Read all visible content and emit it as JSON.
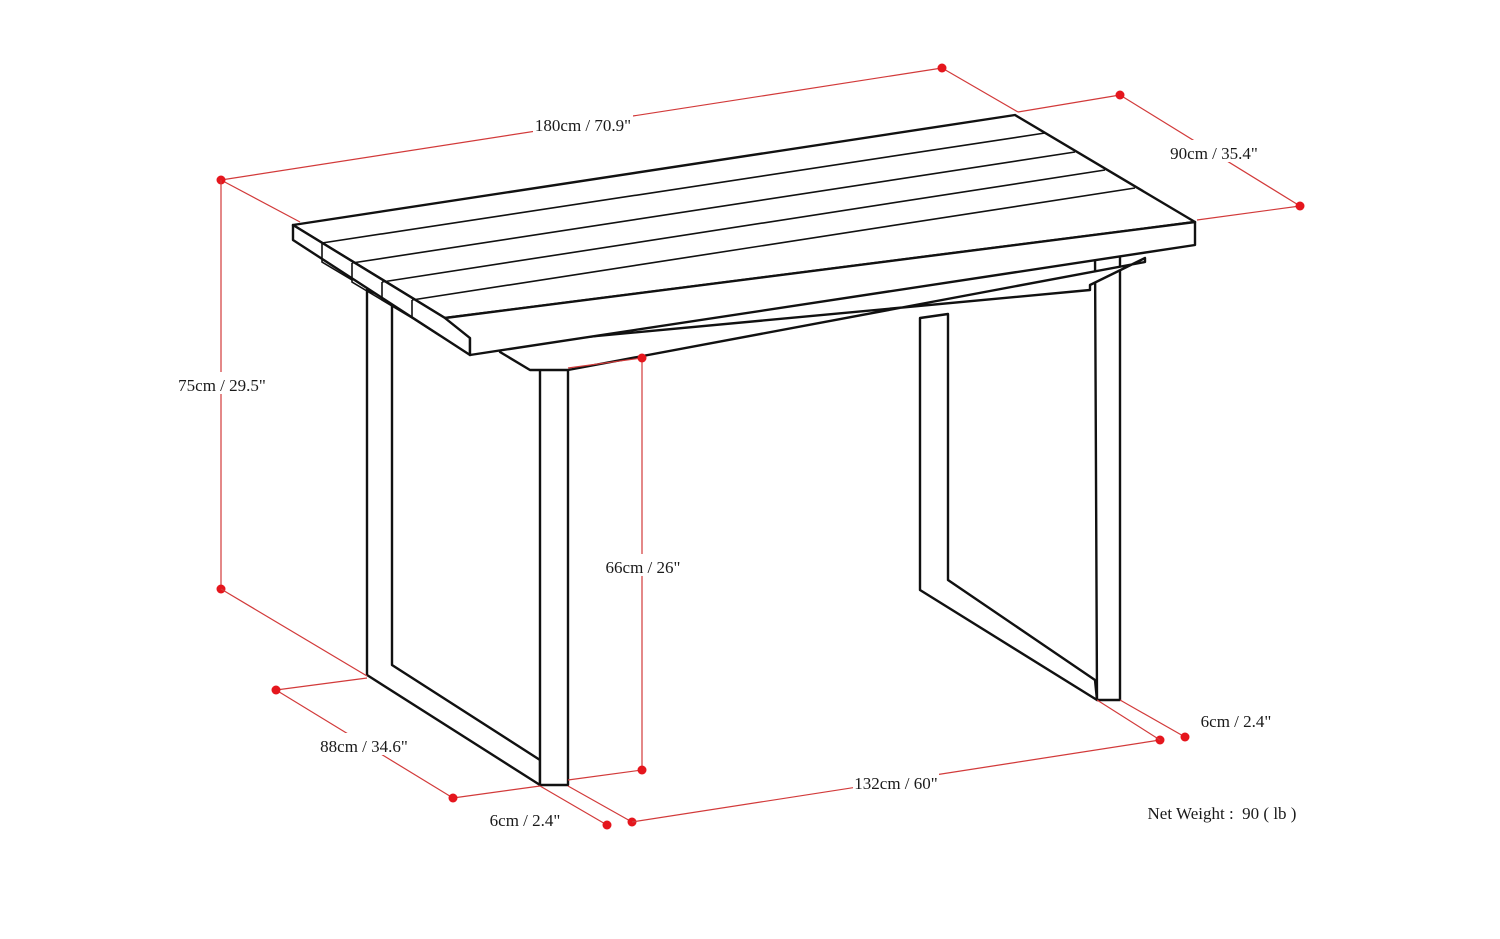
{
  "dimensions": {
    "length": "180cm / 70.9\"",
    "depth": "90cm / 35.4\"",
    "height": "75cm / 29.5\"",
    "clearance": "66cm / 26\"",
    "leg_depth": "88cm / 34.6\"",
    "leg_width_front": "6cm / 2.4\"",
    "leg_width_back": "6cm / 2.4\"",
    "leg_span": "132cm / 60\""
  },
  "net_weight": "Net Weight :  90 ( lb )",
  "colors": {
    "dimension_line": "#d23a3a",
    "marker": "#e5161d",
    "outline": "#111111"
  }
}
